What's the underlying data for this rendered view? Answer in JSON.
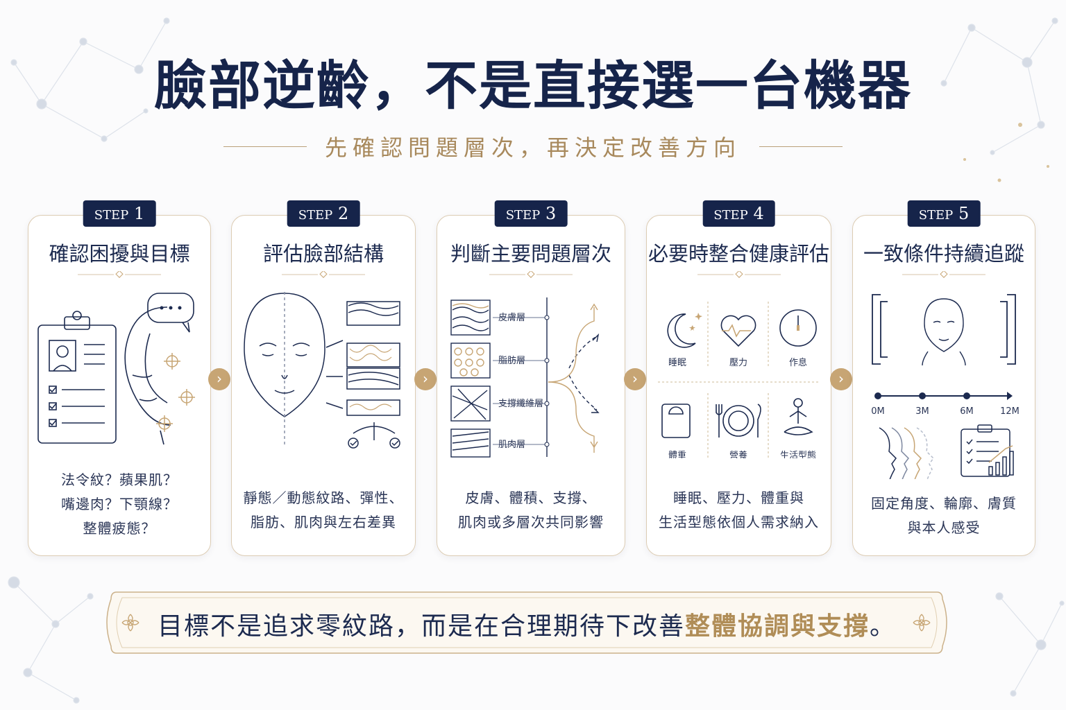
{
  "header": {
    "title": "臉部逆齡，不是直接選一台機器",
    "subtitle": "先確認問題層次，再決定改善方向"
  },
  "steps": [
    {
      "step_word": "STEP",
      "step_num": "1",
      "title": "確認困擾與目標",
      "desc": [
        "法令紋？蘋果肌？",
        "嘴邊肉？下顎線？",
        "整體疲態？"
      ]
    },
    {
      "step_word": "STEP",
      "step_num": "2",
      "title": "評估臉部結構",
      "desc": [
        "靜態／動態紋路、彈性、",
        "脂肪、肌肉與左右差異"
      ]
    },
    {
      "step_word": "STEP",
      "step_num": "3",
      "title": "判斷主要問題層次",
      "desc": [
        "皮膚、體積、支撐、",
        "肌肉或多層次共同影響"
      ],
      "layers": [
        "皮膚層",
        "脂肪層",
        "支撐纖維層",
        "肌肉層"
      ]
    },
    {
      "step_word": "STEP",
      "step_num": "4",
      "title": "必要時整合健康評估",
      "desc": [
        "睡眠、壓力、體重與",
        "生活型態依個人需求納入"
      ],
      "icons": [
        "睡眠",
        "壓力",
        "作息",
        "體重",
        "營養",
        "生活型態"
      ]
    },
    {
      "step_word": "STEP",
      "step_num": "5",
      "title": "一致條件持續追蹤",
      "desc": [
        "固定角度、輪廓、膚質",
        "與本人感受"
      ],
      "timeline": [
        "0M",
        "3M",
        "6M",
        "12M"
      ]
    }
  ],
  "banner": {
    "text_main": "目標不是追求零紋路，而是在合理期待下改善",
    "text_highlight": "整體協調與支撐",
    "text_end": "。"
  },
  "colors": {
    "navy": "#16244a",
    "gold": "#b08d57"
  }
}
